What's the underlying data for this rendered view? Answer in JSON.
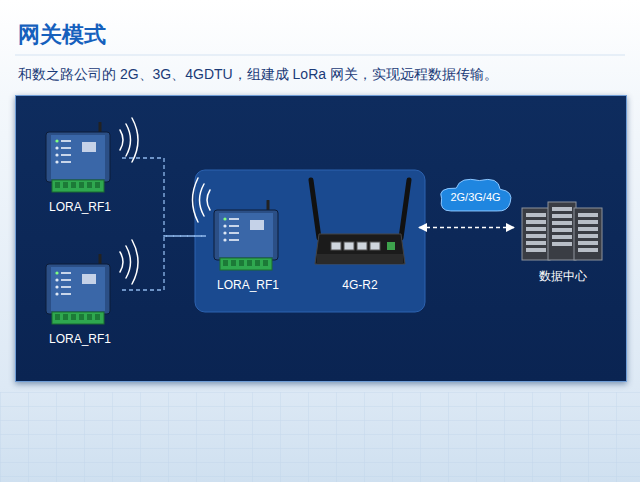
{
  "diagram": {
    "title": "网关模式",
    "caption": "和数之路公司的 2G、3G、4GDTU，组建成 LoRa 网关，实现远程数据传输。",
    "nodes": [
      {
        "text": [
          "LORA_RF1"
        ]
      },
      {
        "text": [
          "LORA_RF1"
        ]
      },
      {
        "text": [
          "LORA_RF1"
        ]
      },
      {
        "text": [
          "4G-R2"
        ]
      },
      {
        "text": [
          "2G/3G/4G"
        ]
      },
      {
        "text": [
          "数据中心"
        ]
      }
    ],
    "edges": [
      {
        "from": 0,
        "to": 2,
        "arrow": "none"
      },
      {
        "from": 1,
        "to": 2,
        "arrow": "none"
      },
      {
        "from": 3,
        "to": 5,
        "arrow": "both"
      }
    ]
  }
}
